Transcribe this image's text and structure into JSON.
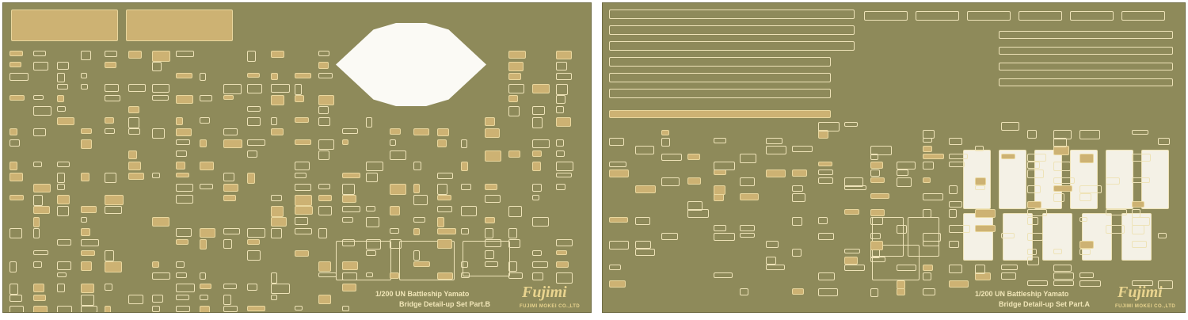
{
  "sheets": [
    {
      "id": "part-b",
      "title_line1": "1/200 UN Battleship Yamato",
      "title_line2": "Bridge Detail-up Set Part.B",
      "brand": "Fujimi",
      "maker": "FUJIMI MOKEI CO.,LTD"
    },
    {
      "id": "part-a",
      "title_line1": "1/200 UN Battleship Yamato",
      "title_line2": "Bridge Detail-up Set Part.A",
      "brand": "Fujimi",
      "maker": "FUJIMI MOKEI CO.,LTD"
    }
  ],
  "colors": {
    "fret": "#8e8a5a",
    "part_outline": "#eee3b8",
    "part_gold": "#cdb273",
    "background": "#ffffff"
  }
}
